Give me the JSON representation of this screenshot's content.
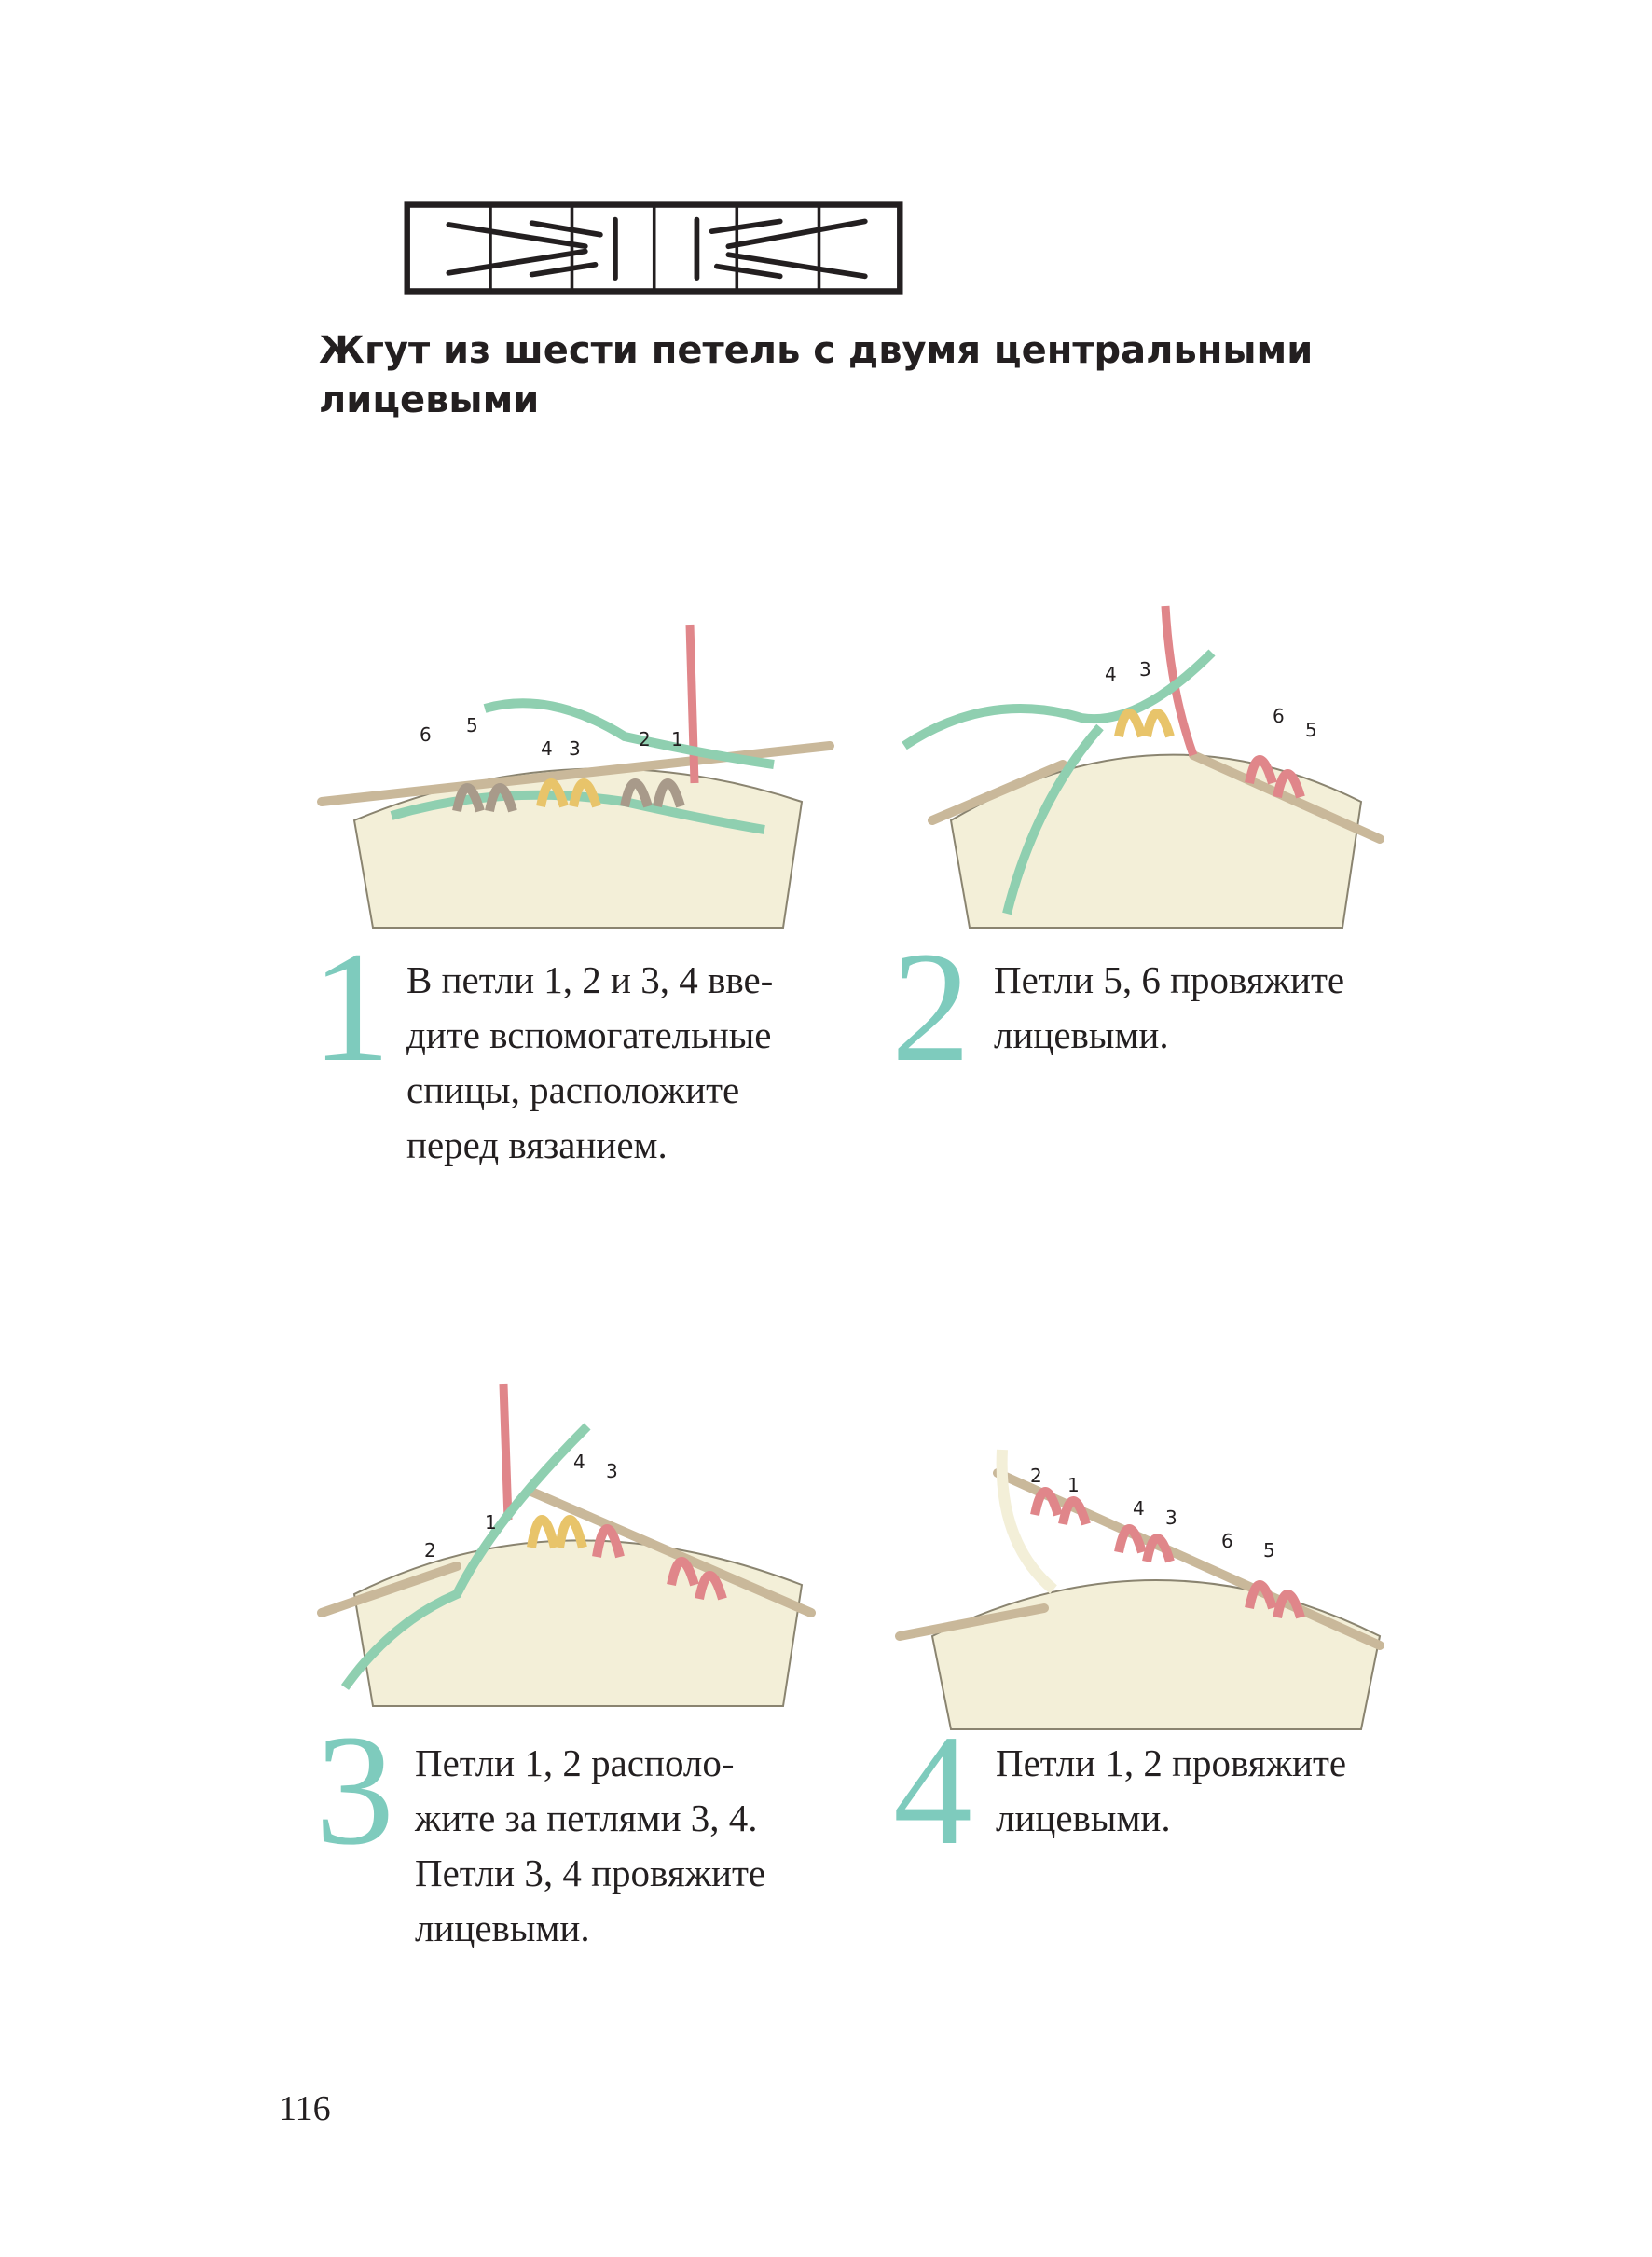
{
  "title": "Жгут из шести петель с двумя центральными лицевыми",
  "steps": [
    {
      "number": "1",
      "text": "В петли 1, 2 и 3, 4 вве-\nдите вспомогательные\nспицы, расположите\nперед вязанием.",
      "labels": [
        "6",
        "5",
        "4",
        "3",
        "2",
        "1"
      ]
    },
    {
      "number": "2",
      "text": "Петли 5, 6 провяжите\nлицевыми.",
      "labels": [
        "4",
        "3",
        "6",
        "5"
      ]
    },
    {
      "number": "3",
      "text": "Петли 1, 2 располо-\nжите за петлями 3, 4.\nПетли 3, 4 провяжите\nлицевыми.",
      "labels": [
        "4",
        "3",
        "2",
        "1"
      ]
    },
    {
      "number": "4",
      "text": "Петли 1, 2 провяжите\nлицевыми.",
      "labels": [
        "2",
        "1",
        "4",
        "3",
        "6",
        "5"
      ]
    }
  ],
  "page_number": "116",
  "colors": {
    "accent": "#7ecbbd",
    "yarn_pink": "#e0868a",
    "yarn_green": "#8fcfb0",
    "yarn_yellow": "#e8c46a",
    "yarn_taupe": "#a89a8a",
    "fabric": "#f3efd8"
  }
}
